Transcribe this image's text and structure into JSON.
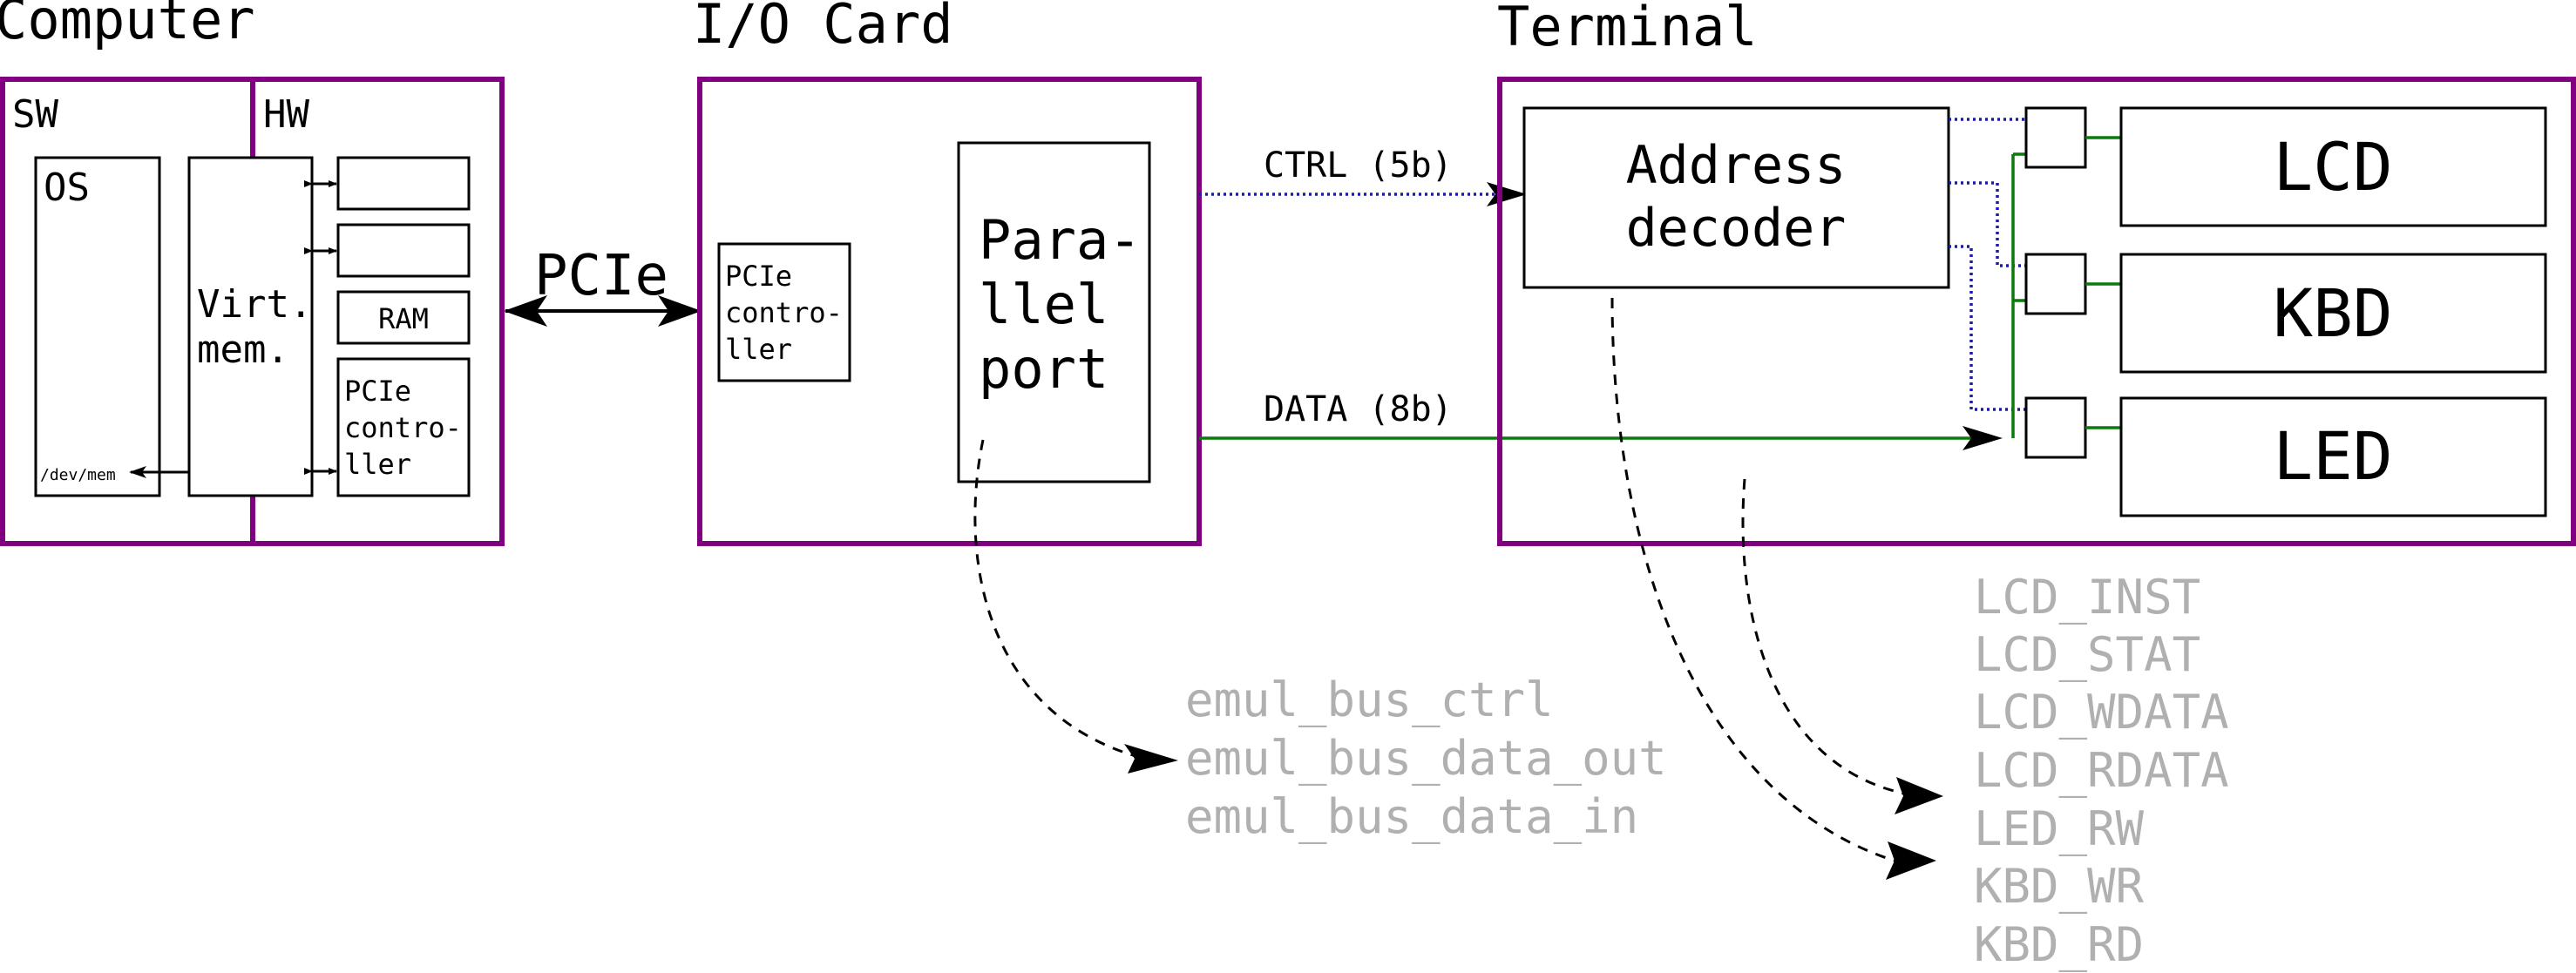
{
  "computer": {
    "title": "Computer",
    "sw_label": "SW",
    "hw_label": "HW",
    "os_label": "OS",
    "devmem_label": "/dev/mem",
    "virtmem_line1": "Virt.",
    "virtmem_line2": "mem.",
    "ram_label": "RAM",
    "pcie_ctrl_line1": "PCIe",
    "pcie_ctrl_line2": "contro-",
    "pcie_ctrl_line3": "ller"
  },
  "link": {
    "pcie_label": "PCIe"
  },
  "io_card": {
    "title": "I/O Card",
    "pcie_ctrl_line1": "PCIe",
    "pcie_ctrl_line2": "contro-",
    "pcie_ctrl_line3": "ller",
    "pp_line1": "Para-",
    "pp_line2": "llel",
    "pp_line3": "port"
  },
  "buses": {
    "ctrl_label": "CTRL (5b)",
    "data_label": "DATA (8b)"
  },
  "terminal": {
    "title": "Terminal",
    "decoder_line1": "Address",
    "decoder_line2": "decoder",
    "devices": [
      "LCD",
      "KBD",
      "LED"
    ]
  },
  "emul_registers": [
    "emul_bus_ctrl",
    "emul_bus_data_out",
    "emul_bus_data_in"
  ],
  "terminal_registers": [
    "LCD_INST",
    "LCD_STAT",
    "LCD_WDATA",
    "LCD_RDATA",
    "LED_RW",
    "KBD_WR",
    "KBD_RD"
  ],
  "colors": {
    "frame": "#800080",
    "ctrl_bus": "#1a1aa8",
    "data_bus": "#0a7a0a",
    "register_text": "#b0b0b0"
  }
}
